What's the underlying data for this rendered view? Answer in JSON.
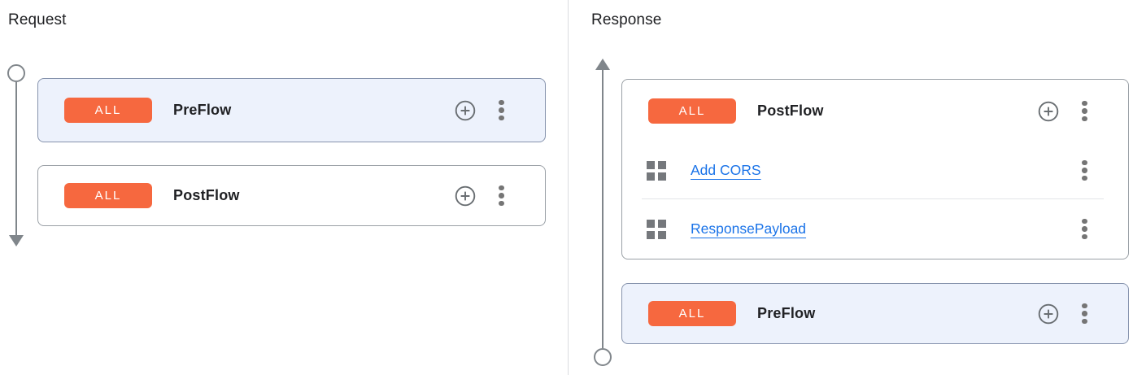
{
  "request": {
    "title": "Request",
    "flows": [
      {
        "badge": "ALL",
        "name": "PreFlow",
        "highlighted": true,
        "policies": []
      },
      {
        "badge": "ALL",
        "name": "PostFlow",
        "highlighted": false,
        "policies": []
      }
    ],
    "direction": "down"
  },
  "response": {
    "title": "Response",
    "flows": [
      {
        "badge": "ALL",
        "name": "PostFlow",
        "highlighted": false,
        "policies": [
          {
            "name": "Add CORS"
          },
          {
            "name": "ResponsePayload"
          }
        ]
      },
      {
        "badge": "ALL",
        "name": "PreFlow",
        "highlighted": true,
        "policies": []
      }
    ],
    "direction": "up"
  },
  "icons": {
    "add_policy": "plus-circle-icon",
    "more_options": "kebab-menu-icon",
    "policy": "grid-icon",
    "request_timeline": "arrow-down",
    "response_timeline": "arrow-up"
  },
  "colors": {
    "badge_bg": "#f6683f",
    "badge_text": "#ffffff",
    "highlight_card_bg": "#edf2fc",
    "card_border": "#9aa0a6",
    "link": "#1a73e8",
    "timeline": "#80868b",
    "panel_divider": "#dadce0"
  }
}
